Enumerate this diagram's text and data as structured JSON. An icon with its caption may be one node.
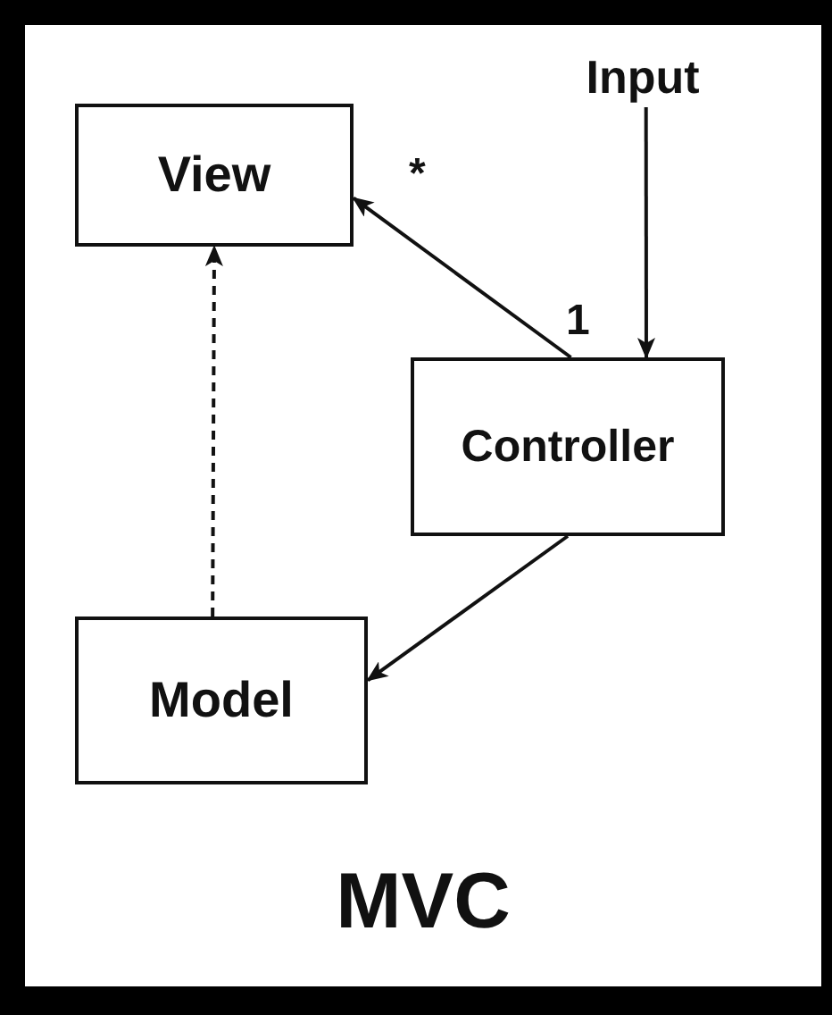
{
  "diagram": {
    "title": "MVC",
    "nodes": [
      {
        "text": [
          "View"
        ]
      },
      {
        "text": [
          "Input"
        ]
      },
      {
        "text": [
          "Controller"
        ]
      },
      {
        "text": [
          "Model"
        ]
      }
    ],
    "edges": [
      {
        "from": 1,
        "to": 2,
        "arrow": "to"
      },
      {
        "from": 2,
        "to": 0,
        "arrow": "to"
      },
      {
        "from": 2,
        "to": 3,
        "arrow": "to"
      },
      {
        "from": 3,
        "to": 0,
        "arrow": "to",
        "style": "dashed"
      }
    ],
    "labels": [
      "*",
      "1"
    ]
  }
}
